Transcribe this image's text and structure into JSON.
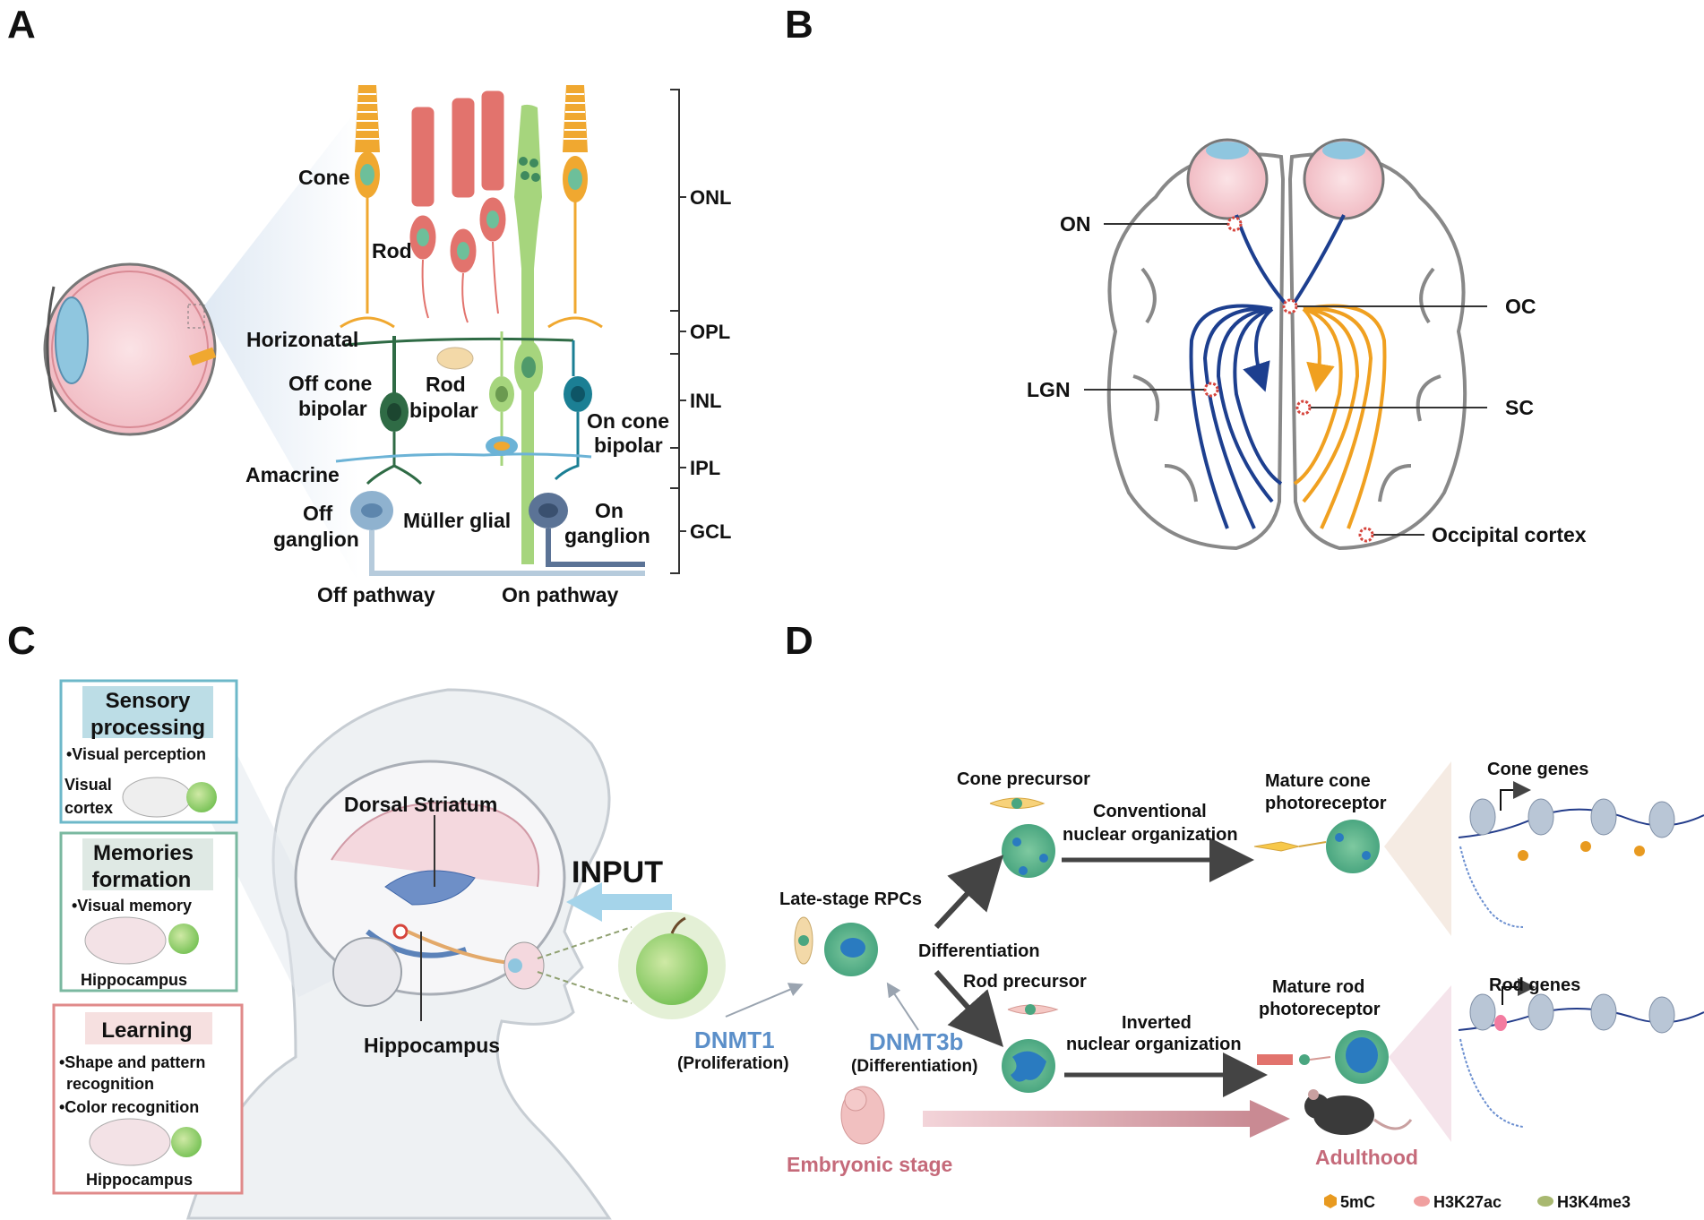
{
  "panels": {
    "A": {
      "letter": "A",
      "cells": {
        "cone": "Cone",
        "rod": "Rod",
        "horizontal": "Horizonatal",
        "off_cone_bipolar": [
          "Off cone",
          "bipolar"
        ],
        "rod_bipolar": [
          "Rod",
          "bipolar"
        ],
        "on_cone_bipolar": [
          "On cone",
          "bipolar"
        ],
        "amacrine": "Amacrine",
        "off_ganglion": [
          "Off",
          "ganglion"
        ],
        "muller_glial": "Müller glial",
        "on_ganglion": [
          "On",
          "ganglion"
        ],
        "off_pathway": "Off pathway",
        "on_pathway": "On pathway"
      },
      "layers": [
        "ONL",
        "OPL",
        "INL",
        "IPL",
        "GCL"
      ],
      "colors": {
        "cone": "#f0a830",
        "rod": "#e2736d",
        "muller": "#a6d57d",
        "off_bipolar": "#2f6b45",
        "on_bipolar": "#1b7f94",
        "amacrine": "#6cb3d6",
        "ganglion": "#8fb2cf"
      }
    },
    "B": {
      "letter": "B",
      "labels": {
        "on": "ON",
        "oc": "OC",
        "lgn": "LGN",
        "sc": "SC",
        "occipital": "Occipital cortex"
      },
      "colors": {
        "left_path": "#1d3f8f",
        "right_path": "#f0a020"
      }
    },
    "C": {
      "letter": "C",
      "boxes": [
        {
          "title": [
            "Sensory",
            "processing"
          ],
          "bullets": [
            "•Visual perception"
          ],
          "extra": [
            "Visual",
            "cortex"
          ],
          "border": "#6db8c9",
          "title_bg": "#bcdde6"
        },
        {
          "title": [
            "Memories",
            "formation"
          ],
          "bullets": [
            "•Visual memory"
          ],
          "extra": [
            "Hippocampus"
          ],
          "border": "#7ab8a0",
          "title_bg": "#dfe9e4"
        },
        {
          "title": [
            "Learning"
          ],
          "bullets": [
            "•Shape and pattern",
            "recognition",
            "•Color recognition"
          ],
          "extra": [
            "Hippocampus"
          ],
          "border": "#e08a8a",
          "title_bg": "#f6e0e0"
        }
      ],
      "brain_labels": {
        "dorsal_striatum": "Dorsal Striatum",
        "hippocampus": "Hippocampus"
      },
      "input_label": "INPUT"
    },
    "D": {
      "letter": "D",
      "labels": {
        "cone_precursor": "Cone precursor",
        "conventional": [
          "Conventional",
          "nuclear organization"
        ],
        "mature_cone": [
          "Mature cone",
          "photoreceptor"
        ],
        "cone_genes": "Cone genes",
        "late_rpcs": "Late-stage RPCs",
        "differentiation": "Differentiation",
        "rod_precursor": "Rod precursor",
        "inverted": [
          "Inverted",
          "nuclear organization"
        ],
        "mature_rod": [
          "Mature rod",
          "photoreceptor"
        ],
        "rod_genes": "Rod genes",
        "dnmt1": "DNMT1",
        "dnmt1_role": "(Proliferation)",
        "dnmt3b": "DNMT3b",
        "dnmt3b_role": "(Differentiation)",
        "embryonic": "Embryonic stage",
        "adulthood": "Adulthood"
      },
      "legend": [
        {
          "label": "5mC",
          "color": "#e89a20",
          "shape": "hexagon"
        },
        {
          "label": "H3K27ac",
          "color": "#f0a0a0",
          "shape": "ellipse"
        },
        {
          "label": "H3K4me3",
          "color": "#a8b870",
          "shape": "ellipse"
        }
      ]
    }
  }
}
